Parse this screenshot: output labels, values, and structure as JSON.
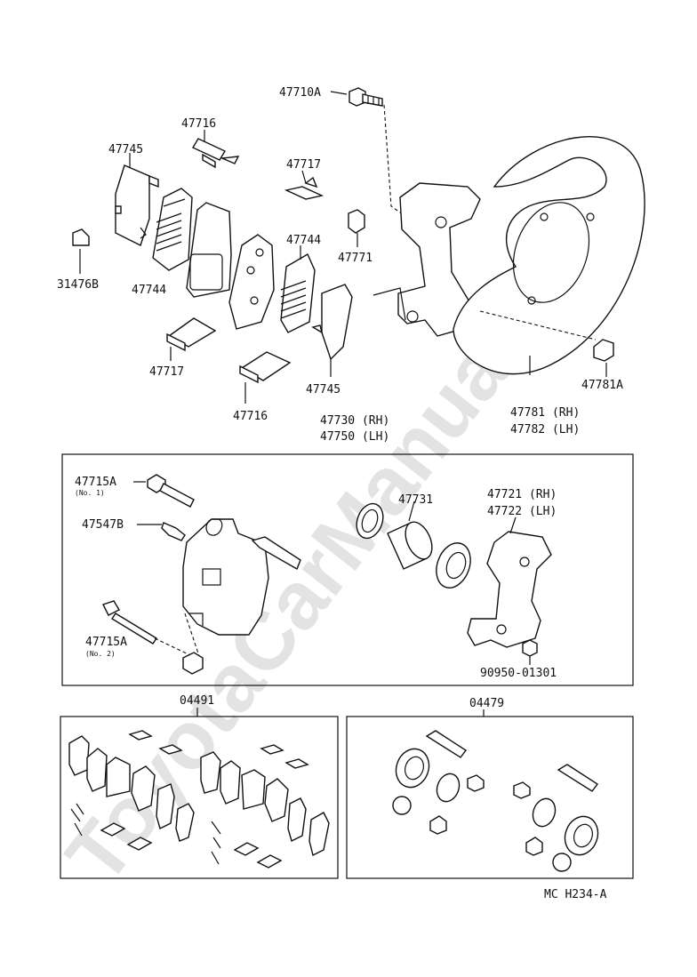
{
  "watermark": "ToyotaCarManual.ru",
  "labels": {
    "p47710a": "47710A",
    "p47716_top": "47716",
    "p47745_top": "47745",
    "p47717_top": "47717",
    "p47771": "47771",
    "p47744_right": "47744",
    "p31476b": "31476B",
    "p47744_left": "47744",
    "p47717_bottom": "47717",
    "p47745_bottom": "47745",
    "p47716_bottom": "47716",
    "p47781a": "47781A",
    "p47781_rh": "47781 (RH)",
    "p47782_lh": "47782 (LH)",
    "p47730_rh": "47730 (RH)",
    "p47750_lh": "47750 (LH)",
    "p47715a_no1": "47715A",
    "p47715a_no1_sub": "(No. 1)",
    "p47731": "47731",
    "p47721_rh": "47721 (RH)",
    "p47722_lh": "47722 (LH)",
    "p47547b": "47547B",
    "p47715a_no2": "47715A",
    "p47715a_no2_sub": "(No. 2)",
    "p90950": "90950-01301",
    "kit_04491": "04491",
    "kit_04479": "04479",
    "diagram_code": "MC  H234-A"
  }
}
